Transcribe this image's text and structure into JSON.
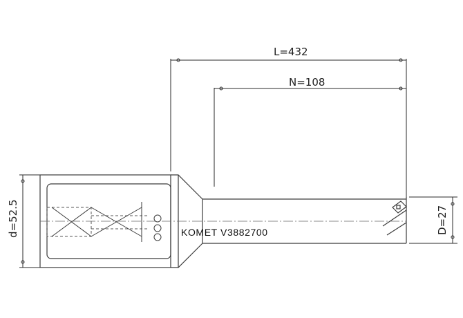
{
  "dimensions": {
    "overall_length": "L=432",
    "neck_length": "N=108",
    "shank_diameter": "d=52.5",
    "drill_diameter": "D=27"
  },
  "marking": {
    "text": "KOMET V3882700"
  },
  "colors": {
    "outline": "#3a3a3a",
    "dimension": "#2a2a2a",
    "hidden": "#555555",
    "background": "#ffffff"
  }
}
